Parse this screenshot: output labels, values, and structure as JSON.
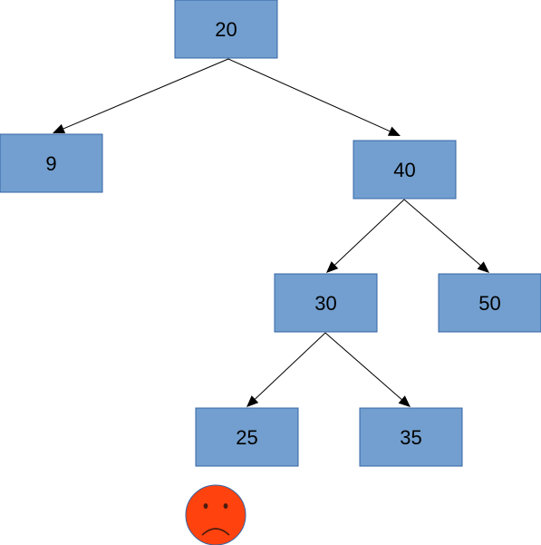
{
  "tree": {
    "nodes": {
      "n20": "20",
      "n9": "9",
      "n40": "40",
      "n30": "30",
      "n50": "50",
      "n25": "25",
      "n35": "35"
    },
    "edges": [
      [
        "n20",
        "n9"
      ],
      [
        "n20",
        "n40"
      ],
      [
        "n40",
        "n30"
      ],
      [
        "n40",
        "n50"
      ],
      [
        "n30",
        "n25"
      ],
      [
        "n30",
        "n35"
      ]
    ]
  },
  "face": {
    "icon": "sad-face-icon",
    "color": "#ff420e"
  },
  "colors": {
    "node_fill": "#729fcf",
    "node_border": "#3465a4",
    "edge": "#000000"
  }
}
